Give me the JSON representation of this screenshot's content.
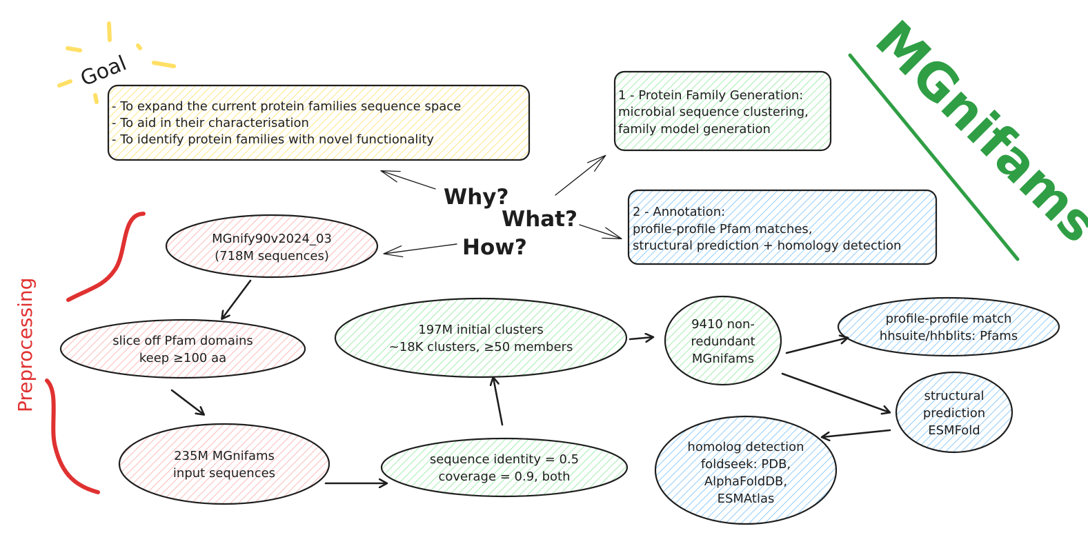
{
  "title": "MGnifams",
  "goal_label": "Goal",
  "goal_lines": [
    "- To expand the current protein families sequence space",
    "- To aid in their characterisation",
    "- To identify protein families with novel functionality"
  ],
  "questions": {
    "why": "Why?",
    "what": "What?",
    "how": "How?"
  },
  "what_boxes": {
    "generation": [
      "1 - Protein Family Generation:",
      "microbial sequence clustering,",
      "family model generation"
    ],
    "annotation": [
      "2 - Annotation:",
      "profile-profile Pfam matches,",
      "structural prediction + homology detection"
    ]
  },
  "preprocessing_label": "Preprocessing",
  "nodes": {
    "mgnify": [
      "MGnify90v2024_03",
      "(718M sequences)"
    ],
    "slice": [
      "slice off Pfam domains",
      "keep ≥100 aa"
    ],
    "input": [
      "235M MGnifams",
      "input sequences"
    ],
    "seq_identity": [
      "sequence identity = 0.5",
      "coverage = 0.9, both"
    ],
    "initial_clusters": [
      "197M initial clusters",
      "~18K clusters, ≥50 members"
    ],
    "nonredundant": [
      "9410 non-",
      "redundant",
      "MGnifams"
    ],
    "profile_match": [
      "profile-profile match",
      "hhsuite/hhblits: Pfams"
    ],
    "structural": [
      "structural",
      "prediction",
      "ESMFold"
    ],
    "homolog": [
      "homolog detection",
      "foldseek: PDB,",
      "AlphaFoldDB,",
      "ESMAtlas"
    ]
  },
  "colors": {
    "yellow": "#ffec99",
    "green": "#b2f2bb",
    "blue": "#a5d8ff",
    "pink": "#ffc9c9",
    "title_green": "#2f9e44",
    "red": "#e03131",
    "stroke": "#1e1e1e"
  }
}
